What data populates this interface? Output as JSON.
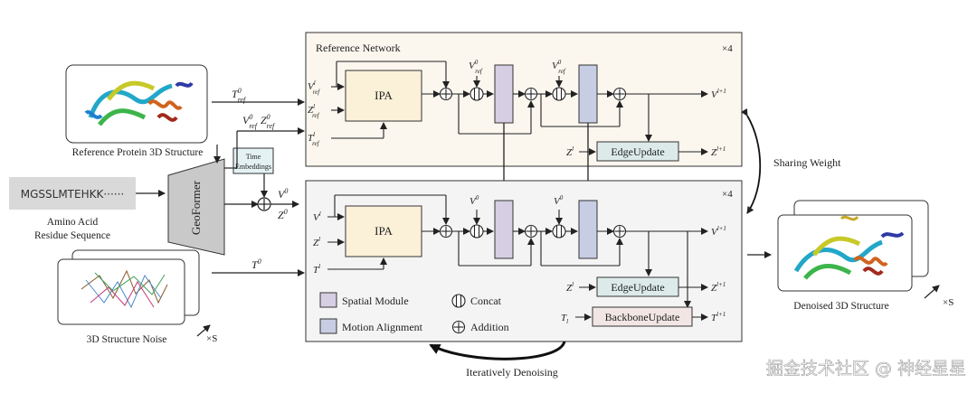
{
  "reference_network": {
    "title": "Reference Network",
    "repeat": "×4",
    "ipa_label": "IPA",
    "edge_update_label": "EdgeUpdate",
    "in_v": "V",
    "in_z": "Z",
    "in_t": "T",
    "sup_l": "l",
    "sub_ref": "ref",
    "v0_top_1": "V",
    "v0_top_2": "V",
    "sup_0": "0",
    "out_v": "V",
    "out_z": "Z",
    "sup_l1": "l+1",
    "z_edge_in": "Z"
  },
  "main_network": {
    "repeat": "×4",
    "ipa_label": "IPA",
    "edge_update_label": "EdgeUpdate",
    "backbone_update_label": "BackboneUpdate",
    "in_v": "V",
    "in_z": "Z",
    "in_t": "T",
    "v0_1": "V",
    "v0_2": "V",
    "out_v": "V",
    "out_z": "Z",
    "out_t": "T",
    "t_l_in": "T",
    "z_edge_in": "Z"
  },
  "left": {
    "ref_structure_caption": "Reference Protein 3D Structure",
    "sequence": "MGSSLMTEHKK······",
    "amino_caption_1": "Amino Acid",
    "amino_caption_2": "Residue Sequence",
    "noise_caption": "3D Structure Noise",
    "noise_mult": "×S",
    "geoformer": "GeoFormer",
    "time_emb_1": "Time",
    "time_emb_2": "Embeddings",
    "t_ref_label": "T",
    "v0ref_label": "V",
    "z0ref_label": "Z",
    "v0_out": "V",
    "z0_out": "Z",
    "t0_label": "T",
    "sup_0": "0",
    "sub_ref": "ref"
  },
  "legend": {
    "spatial": "Spatial Module",
    "motion": "Motion Alignment",
    "concat": "Concat",
    "addition": "Addition"
  },
  "right": {
    "sharing_weight": "Sharing Weight",
    "denoised_caption": "Denoised 3D Structure",
    "mult": "×S",
    "iterative": "Iteratively Denoising"
  },
  "watermark": "掘金技术社区 @ 神经星星",
  "colors": {
    "ref_bg": "#fbf6ee",
    "main_bg": "#f4f4f4",
    "ipa_fill": "#fbf0d8",
    "spatial_fill": "#d6cfe3",
    "motion_fill": "#c7cde3",
    "edge_fill": "#dcebea",
    "backbone_fill": "#f1e6e4",
    "time_fill": "#e4f2f4"
  }
}
